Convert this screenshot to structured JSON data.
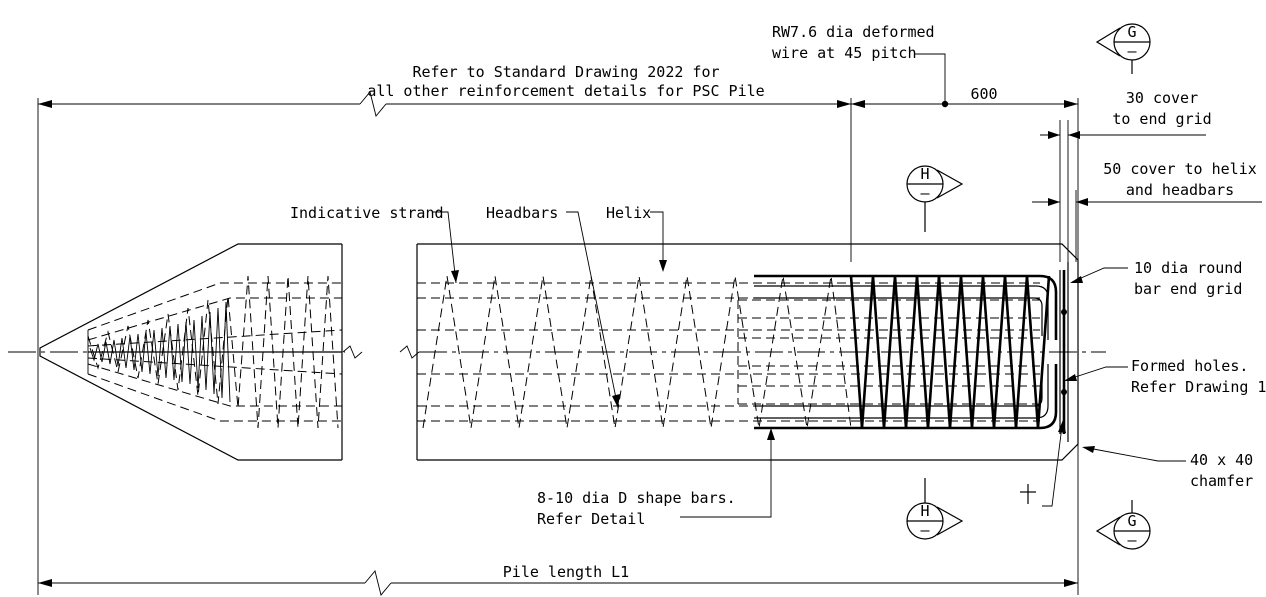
{
  "labels": {
    "standard_line1": "Refer to Standard Drawing 2022 for",
    "standard_line2": "all other reinforcement details for PSC Pile",
    "wire_line1": "RW7.6 dia deformed",
    "wire_line2": "wire at 45 pitch",
    "dim_600": "600",
    "cover30_line1": "30 cover",
    "cover30_line2": "to end grid",
    "cover50_line1": "50 cover to helix",
    "cover50_line2": "and headbars",
    "strand": "Indicative strand",
    "headbars": "Headbars",
    "helix": "Helix",
    "endgrid_line1": "10 dia round",
    "endgrid_line2": "bar end grid",
    "holes_line1": "Formed holes.",
    "holes_line2": "Refer Drawing 1",
    "chamfer_line1": "40 x 40",
    "chamfer_line2": "chamfer",
    "dbars_line1": "8-10 dia D shape bars.",
    "dbars_line2": "Refer Detail",
    "pile_length": "Pile length L1"
  },
  "section_markers": {
    "g": "G",
    "h": "H",
    "sub": "–"
  }
}
